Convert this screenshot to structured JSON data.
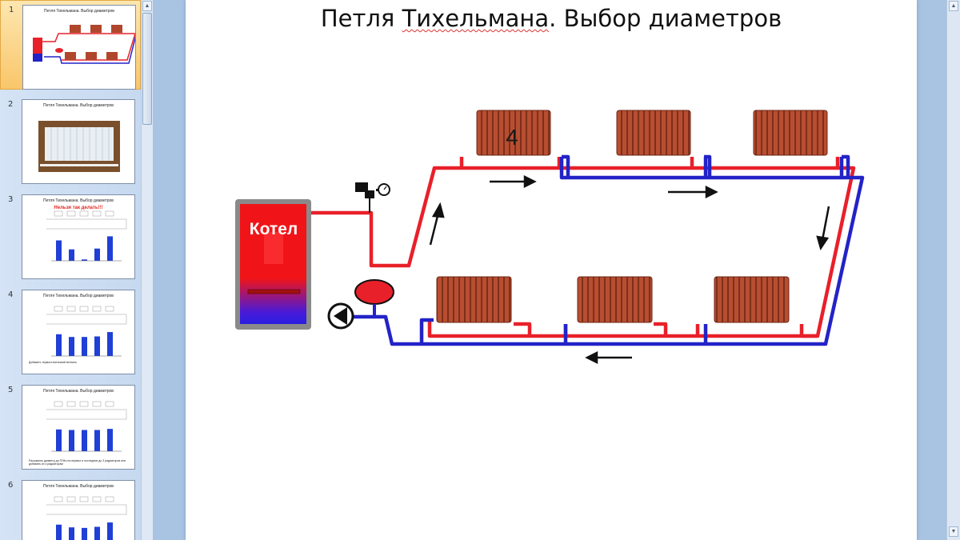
{
  "slide": {
    "title_part1": "Петля ",
    "title_word": "Тихельмана",
    "title_part2": ". Выбор диаметров",
    "boiler_label": "Котел",
    "radiator_number": "4"
  },
  "thumbnails": [
    {
      "number": "1",
      "title": "Петля Тихельмана. Выбор диаметров",
      "selected": true
    },
    {
      "number": "2",
      "title": "Петля Тихельмана. Выбор диаметров"
    },
    {
      "number": "3",
      "title": "Петля Тихельмана. Выбор диаметров",
      "warning": "Нельзя так делать!!!",
      "bars": [
        0.75,
        0.42,
        0.05,
        0.45,
        0.9
      ]
    },
    {
      "number": "4",
      "title": "Петля Тихельмана. Выбор диаметров",
      "note": "Добавить термостатический вентиль",
      "bars": [
        0.8,
        0.7,
        0.7,
        0.72,
        0.88
      ]
    },
    {
      "number": "5",
      "title": "Петля Тихельмана. Выбор диаметров",
      "note": "Расширить диаметр до ПЭКс на первых и последних до 3 радиаторов или добавить их к радиаторам",
      "bars": [
        0.8,
        0.78,
        0.78,
        0.78,
        0.82
      ]
    },
    {
      "number": "6",
      "title": "Петля Тихельмана. Выбор диаметров",
      "bars": [
        0.8,
        0.7,
        0.68,
        0.72,
        0.88
      ]
    }
  ],
  "colors": {
    "supply": "#e8202a",
    "return": "#2323c8",
    "radiator": "#b0472c",
    "pane": "#c5d8ef"
  }
}
